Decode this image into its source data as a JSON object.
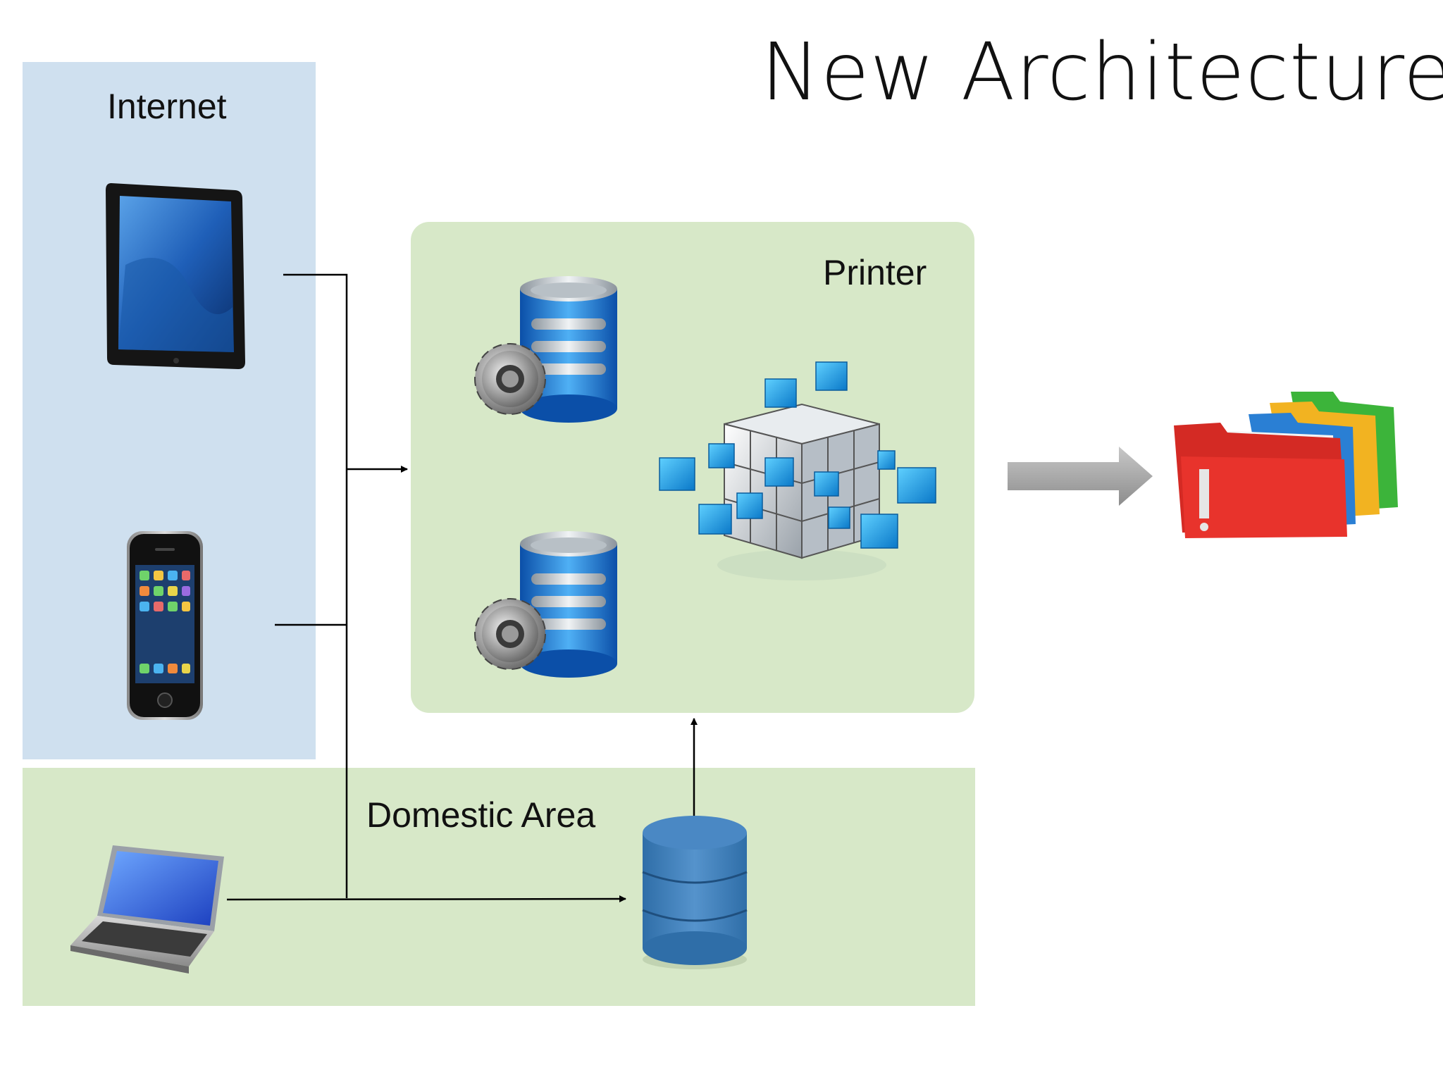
{
  "title": "New Architecture",
  "panels": {
    "internet": {
      "label": "Internet",
      "color": "#cfe0ef"
    },
    "printer": {
      "label": "Printer",
      "color": "#d7e8c8"
    },
    "domestic": {
      "label": "Domestic Area",
      "color": "#d7e8c8"
    }
  },
  "icons": {
    "tablet": "tablet-icon",
    "smartphone": "smartphone-icon",
    "laptop": "laptop-icon",
    "database_gear_top": "database-gear-icon",
    "database_gear_bottom": "database-gear-icon",
    "cube": "data-cube-icon",
    "database": "database-icon",
    "folders": "folders-icon",
    "arrow": "gray-arrow-icon"
  }
}
